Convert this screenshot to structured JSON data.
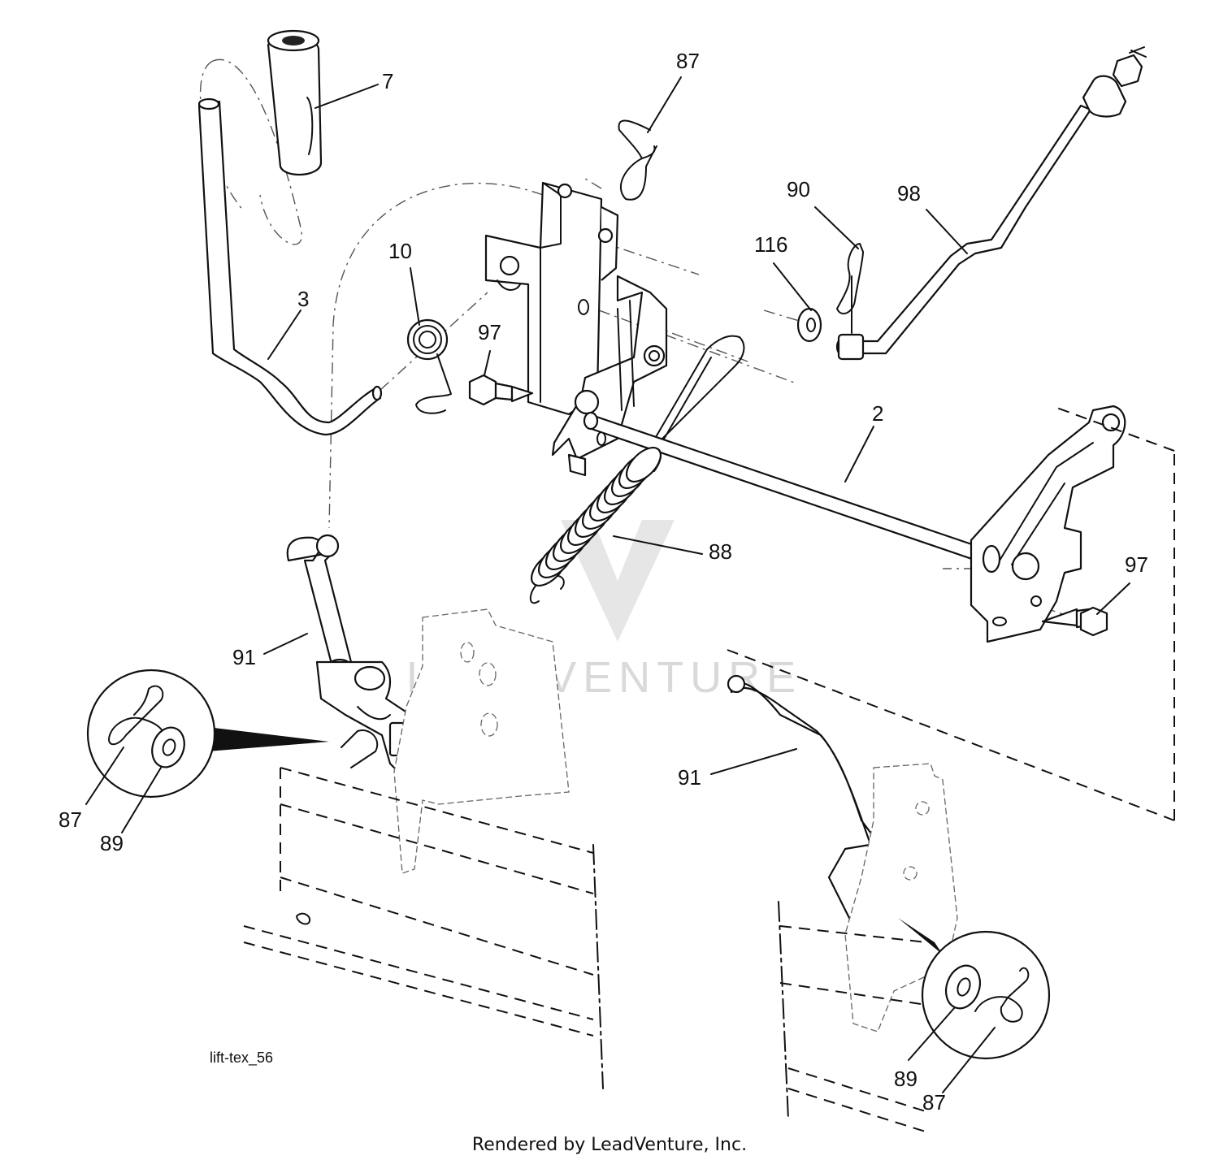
{
  "diagram": {
    "figure_id": "lift-tex_56",
    "credit": "Rendered by LeadVenture, Inc.",
    "watermark": "LEADVENTURE",
    "callouts": {
      "c7": "7",
      "c87_top": "87",
      "c90": "90",
      "c98": "98",
      "c116": "116",
      "c10": "10",
      "c3": "3",
      "c97_left": "97",
      "c2": "2",
      "c88": "88",
      "c97_right": "97",
      "c91_left": "91",
      "c91_right": "91",
      "c87_detail_left": "87",
      "c89_detail_left": "89",
      "c89_detail_right": "89",
      "c87_detail_right": "87"
    }
  }
}
